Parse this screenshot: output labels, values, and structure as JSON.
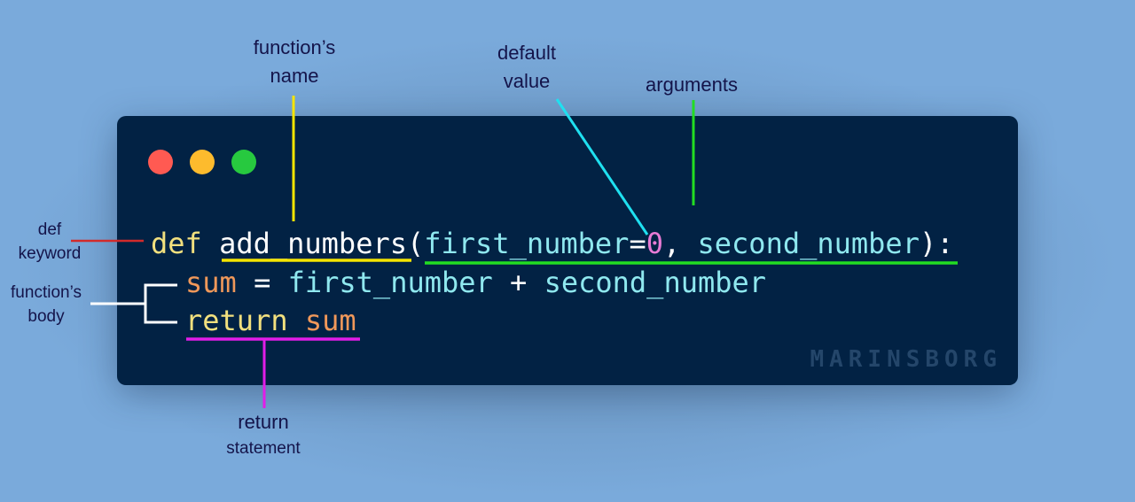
{
  "labels": {
    "function_name": [
      "function’s",
      "name"
    ],
    "default_value": [
      "default",
      "value"
    ],
    "arguments": "arguments",
    "def_keyword": [
      "def",
      "keyword"
    ],
    "function_body": [
      "function’s",
      "body"
    ],
    "return_statement": [
      "return",
      "statement"
    ]
  },
  "window": {
    "controls": [
      {
        "name": "close",
        "color": "#ff5a52"
      },
      {
        "name": "minimize",
        "color": "#fdbb2d"
      },
      {
        "name": "maximize",
        "color": "#27c93f"
      }
    ],
    "background": "#022244",
    "watermark": "MARINSBORG"
  },
  "code": {
    "line1": {
      "keyword": "def",
      "function_name": "add_numbers",
      "open_paren": "(",
      "arg1": "first_number",
      "equals": "=",
      "default": "0",
      "comma": ",",
      "arg2": "second_number",
      "close": "):"
    },
    "line2": {
      "var": "sum",
      "assign": " = ",
      "operand1": "first_number",
      "plus": " + ",
      "operand2": "second_number"
    },
    "line3": {
      "keyword": "return",
      "var": "sum"
    }
  },
  "annotation_colors": {
    "def_keyword": "#d22b2b",
    "function_name": "#f5e400",
    "default_value": "#1fe0f0",
    "arguments": "#22dd22",
    "function_body": "#ffffff",
    "return_statement": "#e21de8"
  }
}
